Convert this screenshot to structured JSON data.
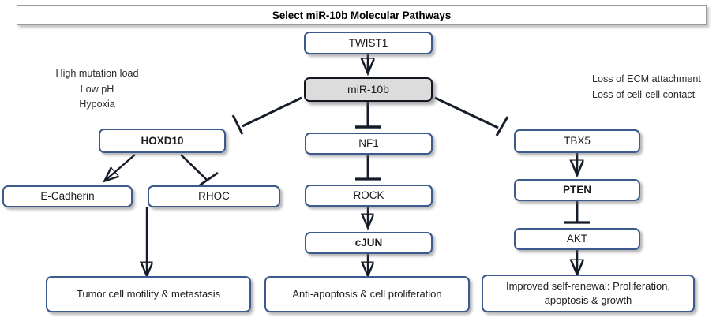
{
  "title": {
    "text": "Select miR-10b Molecular Pathways"
  },
  "notes": {
    "left": "High mutation load\nLow pH\nHypoxia",
    "right": "Loss of ECM attachment\nLoss of cell-cell contact"
  },
  "nodes": {
    "twist1": "TWIST1",
    "mir10b": "miR-10b",
    "hoxd10": "HOXD10",
    "ecadherin": "E-Cadherin",
    "rhoc": "RHOC",
    "nf1": "NF1",
    "rock": "ROCK",
    "cjun": "cJUN",
    "tbx5": "TBX5",
    "pten": "PTEN",
    "akt": "AKT",
    "outcome_left": "Tumor cell motility & metastasis",
    "outcome_mid": "Anti-apoptosis & cell proliferation",
    "outcome_right": "Improved self-renewal: Proliferation, apoptosis & growth"
  },
  "colors": {
    "box_border": "#3c5a8c",
    "mir_border": "#11161f",
    "mir_fill": "#dcdcdc",
    "edge": "#151b28",
    "title_border": "#9a9a9a",
    "text": "#1b1b1b"
  },
  "edges": [
    {
      "from": "twist1",
      "to": "mir10b",
      "type": "activation"
    },
    {
      "from": "mir10b",
      "to": "hoxd10",
      "type": "inhibition"
    },
    {
      "from": "mir10b",
      "to": "nf1",
      "type": "inhibition"
    },
    {
      "from": "mir10b",
      "to": "tbx5",
      "type": "inhibition"
    },
    {
      "from": "hoxd10",
      "to": "ecadherin",
      "type": "activation"
    },
    {
      "from": "hoxd10",
      "to": "rhoc",
      "type": "inhibition"
    },
    {
      "from": "rhoc",
      "to": "outcome_left",
      "type": "activation"
    },
    {
      "from": "nf1",
      "to": "rock",
      "type": "inhibition"
    },
    {
      "from": "rock",
      "to": "cjun",
      "type": "activation"
    },
    {
      "from": "cjun",
      "to": "outcome_mid",
      "type": "activation"
    },
    {
      "from": "tbx5",
      "to": "pten",
      "type": "activation"
    },
    {
      "from": "pten",
      "to": "akt",
      "type": "inhibition"
    },
    {
      "from": "akt",
      "to": "outcome_right",
      "type": "activation"
    }
  ]
}
